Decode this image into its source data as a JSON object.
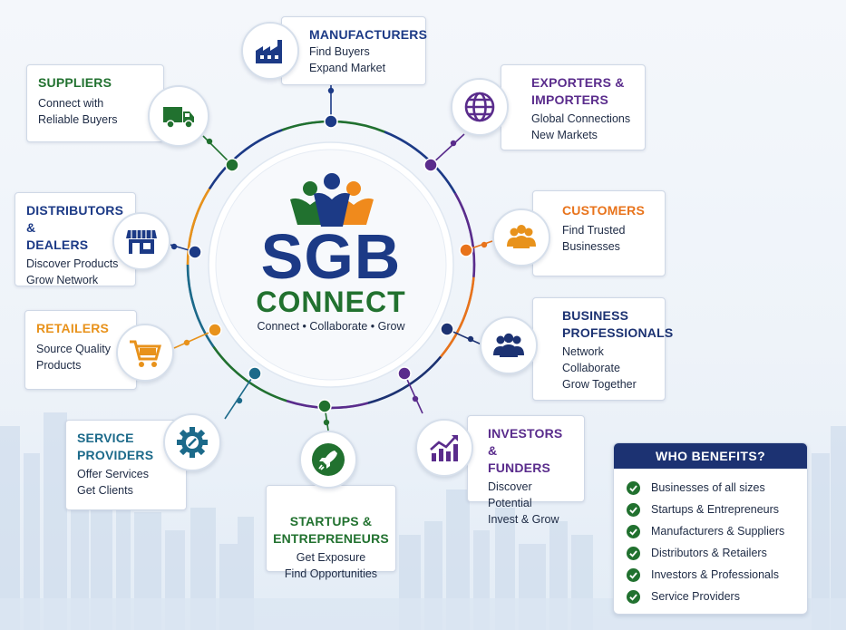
{
  "brand": {
    "name": "SGB",
    "subname": "CONNECT",
    "tagline": "Connect • Collaborate • Grow",
    "colors": {
      "navy": "#1c3a86",
      "green": "#21712f",
      "orange": "#f08a1c",
      "purple": "#5a2c8c"
    }
  },
  "nodes": [
    {
      "id": "manufacturers",
      "title": "MANUFACTURERS",
      "lines": [
        "Find Buyers",
        "Expand Market"
      ],
      "icon": "factory-icon",
      "color": "#1c3a86"
    },
    {
      "id": "exporters",
      "title_lines": [
        "EXPORTERS &",
        "IMPORTERS"
      ],
      "lines": [
        "Global Connections",
        "New Markets"
      ],
      "icon": "globe-icon",
      "color": "#5a2c8c"
    },
    {
      "id": "customers",
      "title": "CUSTOMERS",
      "lines": [
        "Find Trusted",
        "Businesses"
      ],
      "icon": "people-group-icon",
      "color": "#e8731b"
    },
    {
      "id": "business-professionals",
      "title_lines": [
        "BUSINESS",
        "PROFESSIONALS"
      ],
      "lines": [
        "Network",
        "Collaborate",
        "Grow Together"
      ],
      "icon": "team-icon",
      "color": "#1c3272"
    },
    {
      "id": "investors",
      "title_lines": [
        "INVESTORS &",
        "FUNDERS"
      ],
      "lines": [
        "Discover Potential",
        "Invest & Grow"
      ],
      "icon": "growth-chart-icon",
      "color": "#5a2c8c"
    },
    {
      "id": "startups",
      "title_lines": [
        "STARTUPS &",
        "ENTREPRENEURS"
      ],
      "lines": [
        "Get Exposure",
        "Find Opportunities"
      ],
      "icon": "rocket-icon",
      "color": "#21712f"
    },
    {
      "id": "service-providers",
      "title_lines": [
        "SERVICE",
        "PROVIDERS"
      ],
      "lines": [
        "Offer Services",
        "Get Clients"
      ],
      "icon": "gear-tools-icon",
      "color": "#1c6a8a"
    },
    {
      "id": "retailers",
      "title": "RETAILERS",
      "lines": [
        "Source Quality",
        "Products"
      ],
      "icon": "shopping-cart-icon",
      "color": "#e8921b"
    },
    {
      "id": "distributors",
      "title_lines": [
        "DISTRIBUTORS &",
        "DEALERS"
      ],
      "lines": [
        "Discover Products",
        "Grow Network"
      ],
      "icon": "store-icon",
      "color": "#1c3a86"
    },
    {
      "id": "suppliers",
      "title": "SUPPLIERS",
      "lines": [
        "Connect with",
        "Reliable Buyers"
      ],
      "icon": "truck-icon",
      "color": "#21712f"
    }
  ],
  "who_benefits": {
    "heading": "WHO BENEFITS?",
    "items": [
      "Businesses of all sizes",
      "Startups & Entrepreneurs",
      "Manufacturers & Suppliers",
      "Distributors & Retailers",
      "Investors & Professionals",
      "Service Providers"
    ],
    "check_color": "#21712f"
  }
}
